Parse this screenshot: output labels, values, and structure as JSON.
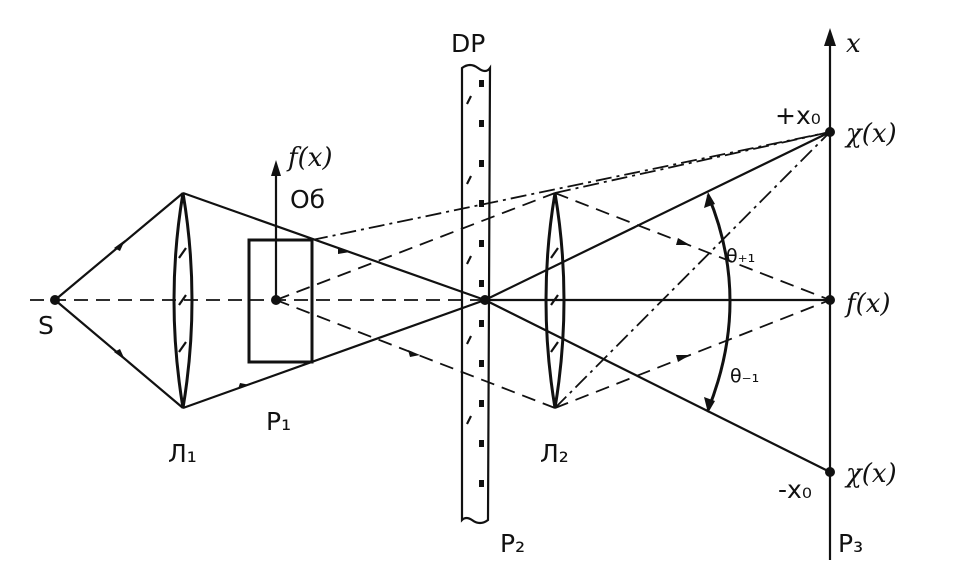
{
  "labels": {
    "source": "S",
    "lens1": "Л₁",
    "lens2": "Л₂",
    "object_func": "f(x)",
    "object_abbr": "Об",
    "plane1": "P₁",
    "grating": "DP",
    "plane2": "P₂",
    "plane3": "P₃",
    "axis_x": "x",
    "plus_x0": "+x₀",
    "minus_x0": "-x₀",
    "chi_top": "χ(x)",
    "chi_bottom": "χ(x)",
    "image_func": "f(x)",
    "theta_plus": "θ₊₁",
    "theta_minus": "θ₋₁"
  }
}
